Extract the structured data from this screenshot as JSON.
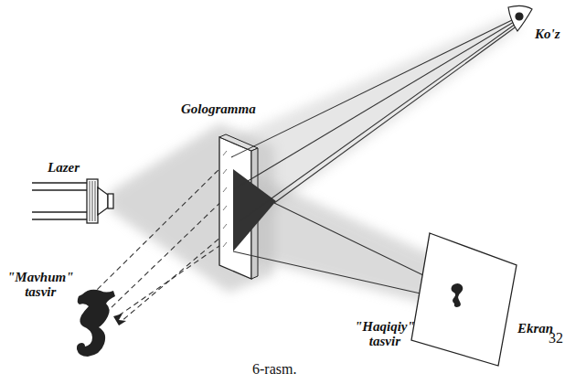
{
  "diagram": {
    "caption": "6-rasm.",
    "labels": [
      "Ko'z",
      "Gologramma",
      "Lazer",
      "\"Mavhum\" tasvir",
      "\"Haqiqiy\" tasvir",
      "Ekran",
      "32"
    ]
  }
}
